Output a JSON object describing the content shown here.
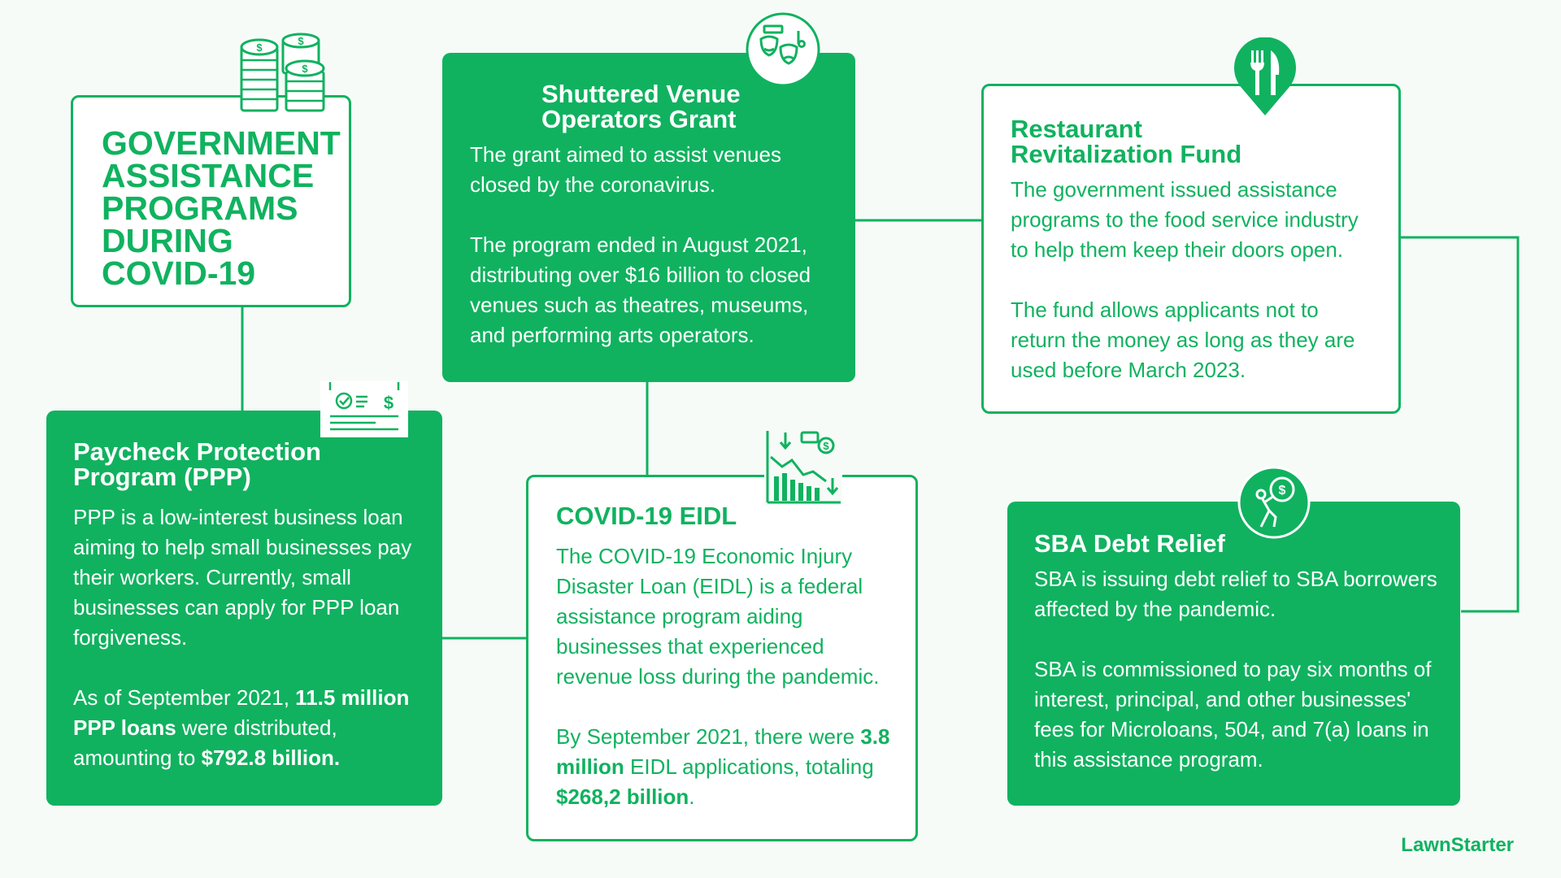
{
  "title": {
    "line1": "GOVERNMENT",
    "line2": "ASSISTANCE",
    "line3": "PROGRAMS",
    "line4": "DURING",
    "line5": "COVID-19"
  },
  "svog": {
    "title_line1": "Shuttered Venue",
    "title_line2": "Operators Grant",
    "p1": "The grant aimed to assist venues closed by the coronavirus.",
    "p2": "The program ended in August 2021, distributing over $16 billion to closed venues such as theatres, museums, and performing arts operators."
  },
  "rrf": {
    "title_line1": "Restaurant",
    "title_line2": "Revitalization Fund",
    "p1": "The government issued assistance programs to the food service industry to help them keep their doors open.",
    "p2": "The fund allows applicants not to return the money as long as they are used before March 2023."
  },
  "ppp": {
    "title_line1": "Paycheck Protection",
    "title_line2": "Program (PPP)",
    "p1": "PPP is a low-interest business loan aiming to help small businesses pay their workers. Currently, small businesses can apply for PPP loan forgiveness.",
    "p2_pre": "As of September 2021, ",
    "p2_bold1": "11.5 million PPP loans",
    "p2_mid": " were distributed, amounting to ",
    "p2_bold2": "$792.8 billion."
  },
  "eidl": {
    "title": "COVID-19 EIDL",
    "p1": "The COVID-19 Economic Injury Disaster Loan (EIDL) is a federal assistance program aiding businesses that experienced revenue loss during the pandemic.",
    "p2_pre": "By September 2021, there were ",
    "p2_bold1": "3.8 million",
    "p2_mid": " EIDL applications, totaling ",
    "p2_bold2": "$268,2 billion",
    "p2_post": "."
  },
  "sba": {
    "title": "SBA Debt Relief",
    "p1": "SBA is issuing debt relief to SBA borrowers affected by the pandemic.",
    "p2": "SBA is commissioned to pay six months of interest, principal, and other businesses' fees for Microloans, 504, and 7(a) loans in this assistance program."
  },
  "icons": {
    "coins": "coin-stacks-icon",
    "theater": "theater-masks-icon",
    "restaurant": "fork-knife-pin-icon",
    "check": "paycheck-icon",
    "chart": "declining-chart-icon",
    "debt": "debt-burden-icon"
  },
  "brand": "LawnStarter",
  "colors": {
    "green": "#10b25f",
    "background": "#f6fbf8",
    "white": "#ffffff"
  }
}
